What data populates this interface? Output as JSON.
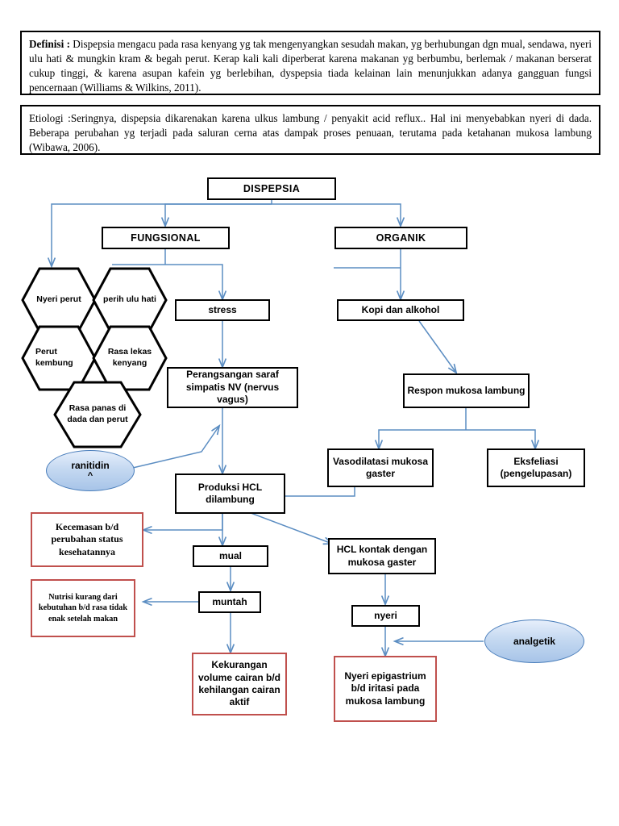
{
  "document": {
    "title": "Pathway Dispepsia"
  },
  "panels": {
    "definisi": {
      "label": "Definisi :",
      "text": " Dispepsia mengacu pada rasa kenyang yg tak mengenyangkan sesudah makan, yg berhubungan dgn mual, sendawa, nyeri ulu hati & mungkin kram & begah perut. Kerap kali kali diperberat karena makanan yg berbumbu, berlemak / makanan berserat cukup tinggi, & karena asupan kafein yg berlebihan, dyspepsia tiada kelainan lain menunjukkan adanya gangguan fungsi pencernaan (Williams & Wilkins, 2011)."
    },
    "etiologi": {
      "text": "Etiologi :Seringnya, dispepsia dikarenakan karena ulkus lambung / penyakit acid reflux.. Hal ini menyebabkan nyeri di dada. Beberapa perubahan yg terjadi pada saluran cerna atas dampak proses penuaan, terutama pada ketahanan mukosa lambung (Wibawa, 2006)."
    }
  },
  "flow": {
    "root": "DISPEPSIA",
    "branch_left": "FUNGSIONAL",
    "branch_right": "ORGANIK",
    "hexagons": [
      "Nyeri perut",
      "perih ulu hati",
      "Perut kembung",
      "Rasa lekas kenyang",
      "Rasa panas di dada dan perut"
    ],
    "stress": "stress",
    "kopi": "Kopi dan alkohol",
    "perangsangan": "Perangsangan saraf simpatis NV (nervus vagus)",
    "respon_mukosa": "Respon mukosa lambung",
    "vasodilatasi": "Vasodilatasi mukosa gaster",
    "eksfeliasi": "Eksfeliasi (pengelupasan)",
    "produksi_hcl": "Produksi HCL dilambung",
    "hcl_kontak": "HCL kontak dengan mukosa gaster",
    "mual": "mual",
    "muntah": "muntah",
    "nyeri": "nyeri",
    "kecemasan": "Kecemasan b/d perubahan status kesehatannya",
    "nutrisi": "Nutrisi kurang dari kebutuhan b/d rasa tidak enak setelah makan",
    "kekurangan_cairan": "Kekurangan volume cairan b/d kehilangan cairan aktif",
    "nyeri_epigastrium": "Nyeri epigastrium b/d iritasi pada mukosa lambung",
    "ranitidin": "ranitidin",
    "ranitidin_sub": "^",
    "analgetik": "analgetik"
  },
  "colors": {
    "box_border": "#000000",
    "diagnosis_border": "#C0504D",
    "connector": "#5B8DC2",
    "ellipse_fill": "#C5D9F1",
    "ellipse_border": "#4A7EBB",
    "background": "#FFFFFF"
  }
}
